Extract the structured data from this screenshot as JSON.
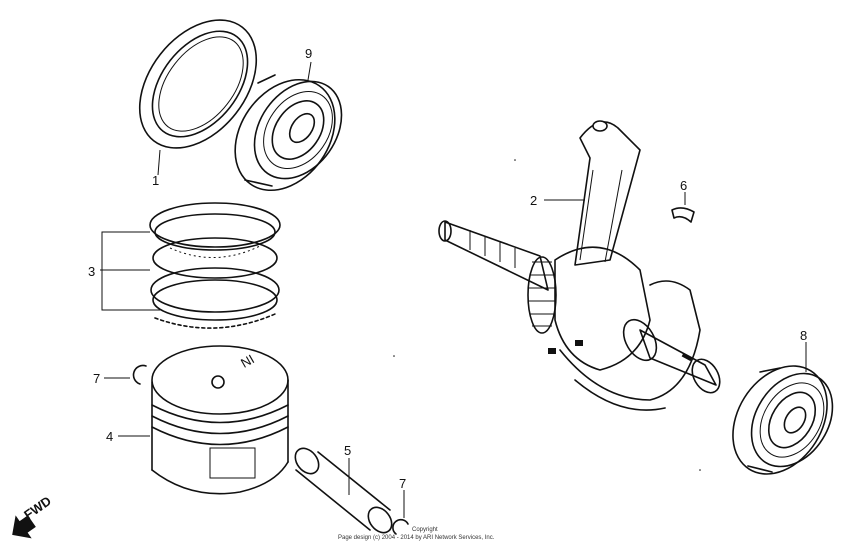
{
  "callouts": {
    "c1": "1",
    "c2": "2",
    "c3": "3",
    "c4": "4",
    "c5": "5",
    "c6": "6",
    "c7a": "7",
    "c7b": "7",
    "c8": "8",
    "c9": "9"
  },
  "piston_marking": "IN",
  "fwd_label": "FWD",
  "copyright": {
    "line1": "Copyright",
    "line2": "Page design (c) 2004 - 2014 by ARI Network Services, Inc."
  }
}
